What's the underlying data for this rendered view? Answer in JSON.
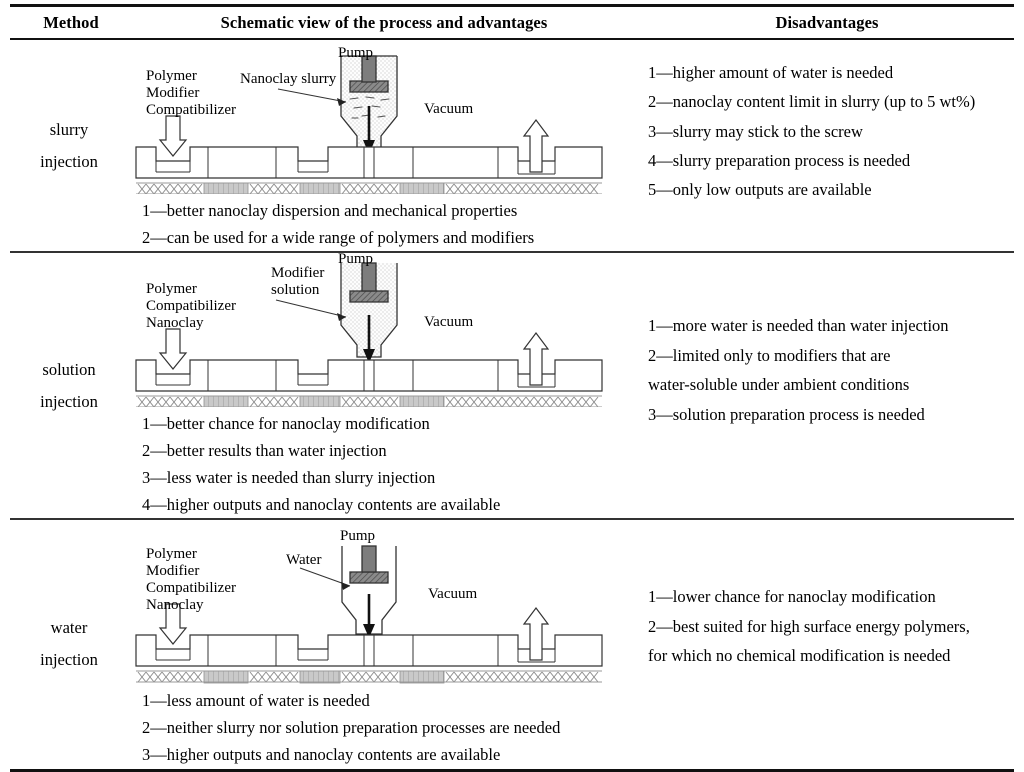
{
  "table": {
    "headers": {
      "method": "Method",
      "schematic": "Schematic view of the process and advantages",
      "disadvantages": "Disadvantages"
    },
    "rows": [
      {
        "method_lines": [
          "slurry",
          "injection"
        ],
        "diagram": {
          "feed_label_lines": [
            "Polymer",
            "Modifier",
            "Compatibilizer"
          ],
          "injection_label_lines": [
            "Nanoclay slurry"
          ],
          "pump_label": "Pump",
          "vacuum_label": "Vacuum"
        },
        "advantages": [
          "1—better nanoclay dispersion and mechanical properties",
          "2—can be used for a wide range of polymers and modifiers"
        ],
        "disadvantages": [
          "1—higher amount of water is needed",
          "2—nanoclay content limit in slurry (up to 5 wt%)",
          "3—slurry may stick to the screw",
          "4—slurry preparation process is needed",
          "5—only low outputs are available"
        ]
      },
      {
        "method_lines": [
          "solution",
          "injection"
        ],
        "diagram": {
          "feed_label_lines": [
            "Polymer",
            "Compatibilizer",
            "Nanoclay"
          ],
          "injection_label_lines": [
            "Modifier",
            "solution"
          ],
          "pump_label": "Pump",
          "vacuum_label": "Vacuum"
        },
        "advantages": [
          "1—better chance for nanoclay modification",
          "2—better results than water injection",
          "3—less water is needed than slurry injection",
          "4—higher outputs and nanoclay contents are available"
        ],
        "disadvantages": [
          "1—more water is needed than water injection",
          "2—limited only to modifiers that are",
          "water-soluble under ambient conditions",
          "3—solution preparation process is needed"
        ]
      },
      {
        "method_lines": [
          "water",
          "injection"
        ],
        "diagram": {
          "feed_label_lines": [
            "Polymer",
            "Modifier",
            "Compatibilizer",
            "Nanoclay"
          ],
          "injection_label_lines": [
            "Water"
          ],
          "pump_label": "Pump",
          "vacuum_label": "Vacuum"
        },
        "advantages": [
          "1—less amount of water is needed",
          "2—neither slurry nor solution preparation processes are needed",
          "3—higher outputs and nanoclay contents are available"
        ],
        "disadvantages": [
          "1—lower chance for nanoclay modification",
          "2—best suited for high surface energy polymers,",
          "for which no chemical modification is needed"
        ]
      }
    ]
  },
  "colors": {
    "rule": "#111111",
    "text": "#000000",
    "diagram_stroke": "#333333",
    "pump_fill": "#7d7d7d",
    "kneading_fill": "#c9c9c9"
  }
}
